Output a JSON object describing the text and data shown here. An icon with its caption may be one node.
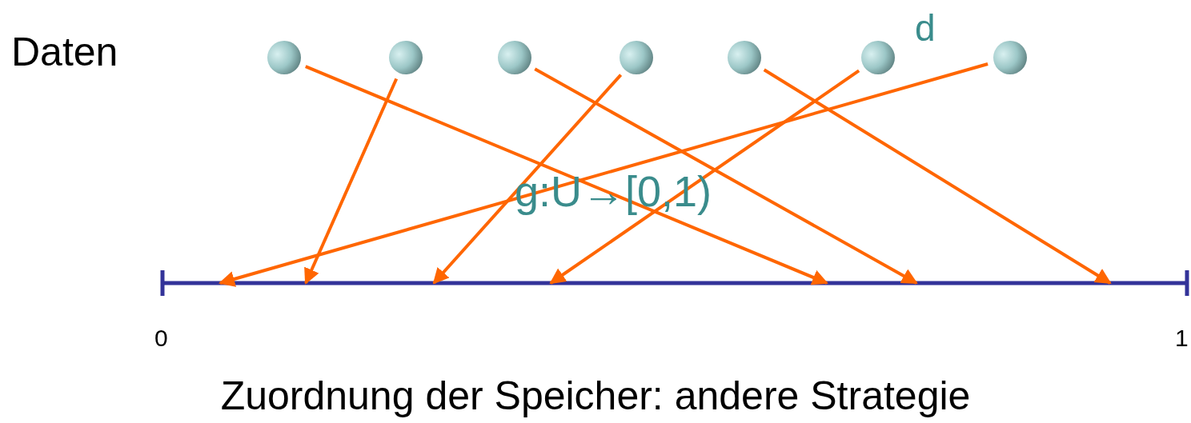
{
  "diagram": {
    "caption": "Zuordnung der Speicher: andere Strategie",
    "nodes": [
      {
        "text": [],
        "shape": "circle"
      },
      {
        "text": [],
        "shape": "circle"
      },
      {
        "text": [],
        "shape": "circle"
      },
      {
        "text": [],
        "shape": "circle"
      },
      {
        "text": [],
        "shape": "circle"
      },
      {
        "text": [],
        "shape": "circle"
      },
      {
        "text": [],
        "shape": "circle"
      }
    ],
    "edges": [
      {
        "from": 0,
        "to": null,
        "arrow": "to"
      },
      {
        "from": 1,
        "to": null,
        "arrow": "to"
      },
      {
        "from": 2,
        "to": null,
        "arrow": "to"
      },
      {
        "from": 3,
        "to": null,
        "arrow": "to"
      },
      {
        "from": 4,
        "to": null,
        "arrow": "to"
      },
      {
        "from": 5,
        "to": null,
        "arrow": "to"
      },
      {
        "from": 6,
        "to": null,
        "arrow": "to"
      }
    ],
    "labels": [
      "d",
      "Daten",
      "g:U→[0,1)",
      "0",
      "1"
    ]
  }
}
